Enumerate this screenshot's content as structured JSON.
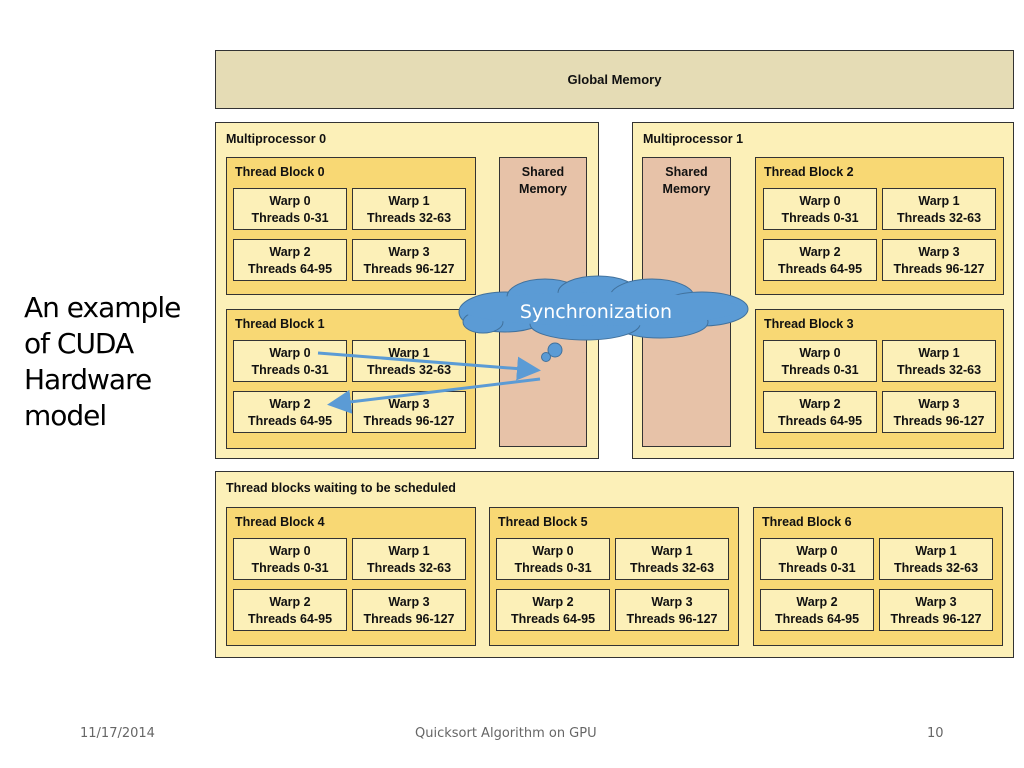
{
  "title": "An example of CUDA Hardware model",
  "global_memory": "Global Memory",
  "multiprocessor_0": "Multiprocessor 0",
  "multiprocessor_1": "Multiprocessor 1",
  "shared_memory": [
    "Shared",
    "Memory"
  ],
  "waiting": "Thread blocks waiting to be scheduled",
  "synchronization": "Synchronization",
  "blocks": [
    "Thread Block 0",
    "Thread Block 1",
    "Thread Block 2",
    "Thread Block 3",
    "Thread Block 4",
    "Thread Block 5",
    "Thread Block 6"
  ],
  "warps": [
    {
      "name": "Warp 0",
      "threads": "Threads 0-31"
    },
    {
      "name": "Warp 1",
      "threads": "Threads 32-63"
    },
    {
      "name": "Warp 2",
      "threads": "Threads 64-95"
    },
    {
      "name": "Warp 3",
      "threads": "Threads 96-127"
    }
  ],
  "footer": {
    "date": "11/17/2014",
    "center": "Quicksort Algorithm on GPU",
    "page": "10"
  },
  "colors": {
    "global": "#e5dcb5",
    "region": "#fcf0b8",
    "block": "#f8d874",
    "shared": "#e7c2a8",
    "cloud": "#5b9bd5",
    "arrow": "#5b9bd5"
  }
}
